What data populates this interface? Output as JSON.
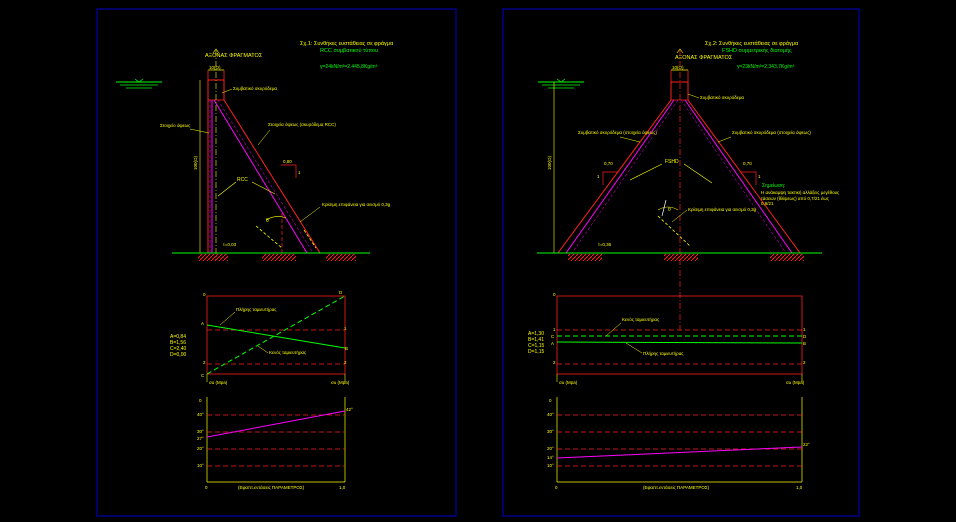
{
  "left": {
    "fig_title": "Σχ.1: Συνθήκες ευστάθειας σε φράγμα",
    "fig_subtitle": "RCC συμβατικού τύπου",
    "density": "γ=24kN/m³=2.445,8Kg/m³",
    "axis_label": "ΑΞΟΝΑΣ ΦΡΑΓΜΑΤΟΣ",
    "crest": "10(Ο)",
    "height": "100(Ο)",
    "conventional_concrete": "Συμβατικό σκυρόδεμα",
    "upstream_element": "Στοιχείο όψεως",
    "downstream_face": "Στοιχεία όψεως (σκυρόδεμα RCC)",
    "slope_label": "0,80",
    "slope_one": "1",
    "material": "RCC",
    "critical_surface": "Κρίσιμη επιφάνεια για σεισμό 0,3g",
    "theta": "θ",
    "tau": "τ=0,03",
    "stab_zero": "0",
    "stab_A": "A",
    "stab_B": "B",
    "stab_C": "C",
    "stab_D": "D",
    "stab_1": "1",
    "stab_2": "2",
    "full_label": "Πλήρης ταμιευτήρας",
    "empty_label": "Κενός ταμιευτήρας",
    "values": [
      "A=0,84",
      "B=1,56",
      "C=2,40",
      "D=0,00"
    ],
    "sigma_left": "σu (Mpa)",
    "sigma_right": "σu (Mpa)",
    "angle_ticks": [
      "0",
      "40°",
      "30°",
      "27°",
      "20°",
      "10°"
    ],
    "angle_end": "42°",
    "bottom_zero": "0",
    "bottom_label": "(Εφαπτ.εντάσεις ΠΑΡΑΜΕΤΡΟΣ)",
    "bottom_end": "1,0"
  },
  "right": {
    "fig_title": "Σχ.2: Συνθήκες ευστάθειας σε φράγμα",
    "fig_subtitle": "FSHD συμμετρικής διατομής",
    "density": "γ=23kN/m³=2.343,7Kg/m³",
    "axis_label": "ΑΞΟΝΑΣ ΦΡΑΓΜΑΤΟΣ",
    "crest": "10(Ο)",
    "height": "100(Ο)",
    "conventional_concrete": "Συμβατικό σκυρόδεμα",
    "left_face": "Συμβατικό σκυρόδεμα (στοιχεία όψεως)",
    "right_face": "Συμβατικό σκυρόδεμα (στοιχεία όψεως)",
    "slope_left": "0,70",
    "slope_right": "0,70",
    "slope_one_left": "1",
    "slope_one_right": "1",
    "material": "FSHD",
    "critical_surface": "Κρίσιμη επιφάνεια για σεισμό 0,3g",
    "theta": "θ",
    "tau": "τ=0,36",
    "note_title": "Σημείωση:",
    "note_text": "Η ανάκαμψη τακτική αλλάξεις μεγέθους τάσεων (θλίψεως) από 0,7/21 έως 0,8/21",
    "stab_zero": "0",
    "stab_A": "A",
    "stab_B": "B",
    "stab_C": "C",
    "stab_D": "D",
    "stab_1": "1",
    "stab_2": "2",
    "empty_label": "Κενός ταμιευτήρας",
    "full_label": "Πλήρης ταμιευτήρας",
    "values": [
      "A=1,30",
      "B=1,41",
      "C=1,15",
      "D=1,15"
    ],
    "sigma_left": "σu (Mpa)",
    "sigma_right": "σu (Mpa)",
    "angle_ticks": [
      "0",
      "40°",
      "30°",
      "20°",
      "14°",
      "10°"
    ],
    "angle_end": "22°",
    "bottom_zero": "0",
    "bottom_label": "(Εφαπτ.εντάσεις ΠΑΡΑΜΕΤΡΟΣ)",
    "bottom_end": "1,0"
  },
  "colors": {
    "frame": "#0000cc",
    "red": "#ff2020",
    "magenta": "#ff00ff",
    "green": "#00ff00",
    "yellow": "#ffff00",
    "ground": "#00ff00"
  }
}
